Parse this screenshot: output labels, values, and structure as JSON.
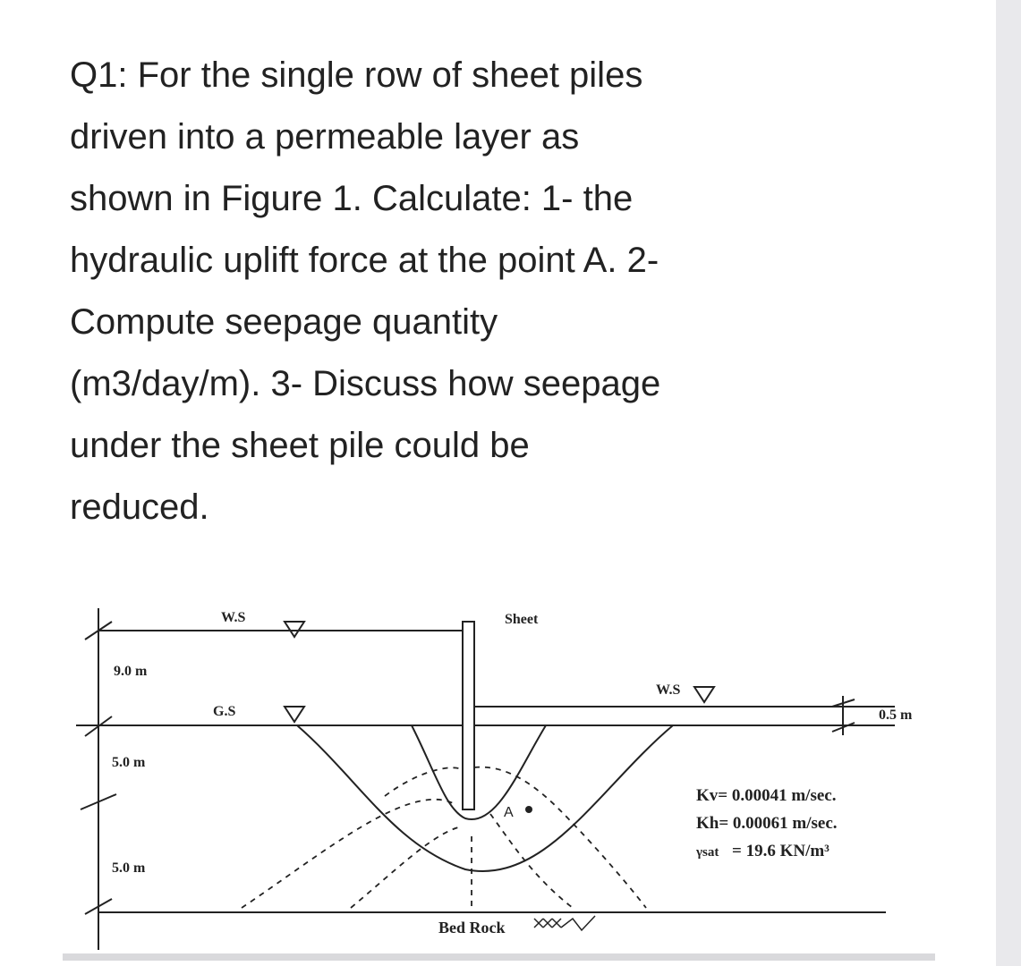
{
  "question": {
    "lines": [
      "Q1: For the single row of sheet piles",
      "driven into a permeable layer as",
      "shown in Figure 1. Calculate: 1- the",
      "hydraulic uplift force at the point A. 2-",
      "Compute seepage quantity",
      "(m3/day/m). 3- Discuss how seepage",
      "under the sheet pile could be",
      "reduced."
    ]
  },
  "figure": {
    "ws_upstream": "W.S",
    "gs": "G.S",
    "sheet": "Sheet",
    "ws_downstream": "W.S",
    "dim_upper": "9.0 m",
    "dim_middle": "5.0 m",
    "dim_lower": "5.0 m",
    "dim_tailwater": "0.5 m",
    "point_label": "A",
    "bed_rock": "Bed Rock",
    "kv": "Kv= 0.00041 m/sec.",
    "kh": "Kh= 0.00061 m/sec.",
    "gamma_symbol": "γsat",
    "gamma_value": "=  19.6 KN/m³"
  }
}
